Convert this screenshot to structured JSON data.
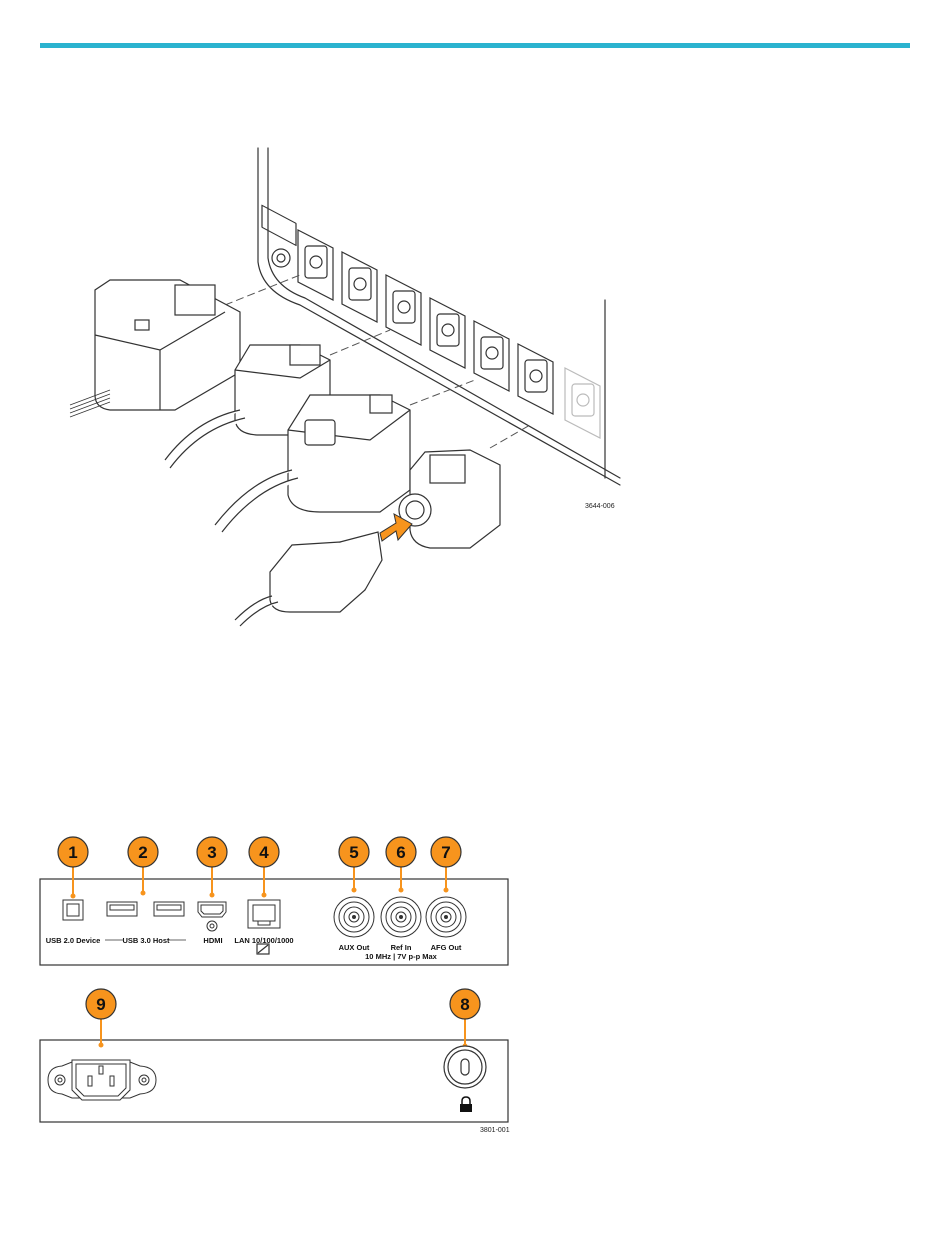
{
  "header": {
    "accent_color": "#2bb3cf"
  },
  "figure_probes": {
    "figure_id": "3644-006"
  },
  "figure_panel": {
    "callout_color": "#f7941d",
    "callouts": [
      "1",
      "2",
      "3",
      "4",
      "5",
      "6",
      "7",
      "8",
      "9"
    ],
    "labels": {
      "usb_device": "USB 2.0 Device",
      "usb_host": "USB 3.0 Host",
      "hdmi": "HDMI",
      "lan": "LAN 10/100/1000",
      "aux_out": "AUX Out",
      "ref_in": "Ref In",
      "ref_in_spec": "10 MHz | 7V p-p Max",
      "afg_out": "AFG Out"
    },
    "figure_id": "3801-001"
  }
}
